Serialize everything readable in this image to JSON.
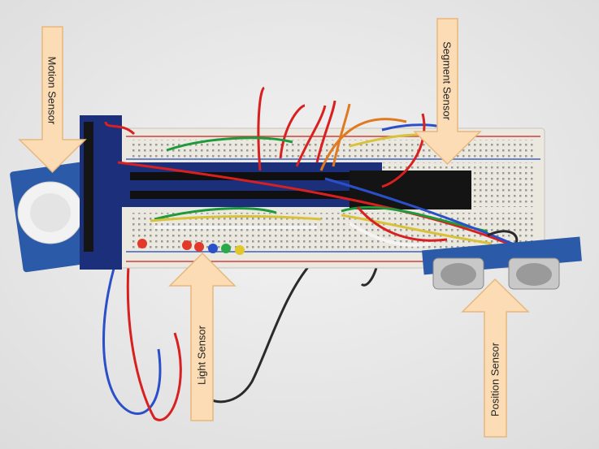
{
  "annotations": {
    "motion_sensor": "Motion Sensor",
    "light_sensor": "Light Sensor",
    "segment_sensor": "Segment Sensor",
    "position_sensor": "Position Sensor"
  },
  "colors": {
    "arrow_fill": "#fbdcb4",
    "arrow_stroke": "#e8b77a",
    "breadboard": "#ebe8e0",
    "arduino_board": "#1b2f7a",
    "wire_red": "#d82020",
    "wire_blue": "#2a4fc8",
    "wire_black": "#2a2a2a",
    "wire_green": "#1f9a3a",
    "wire_yellow": "#d8c23a",
    "wire_orange": "#e07a20"
  }
}
